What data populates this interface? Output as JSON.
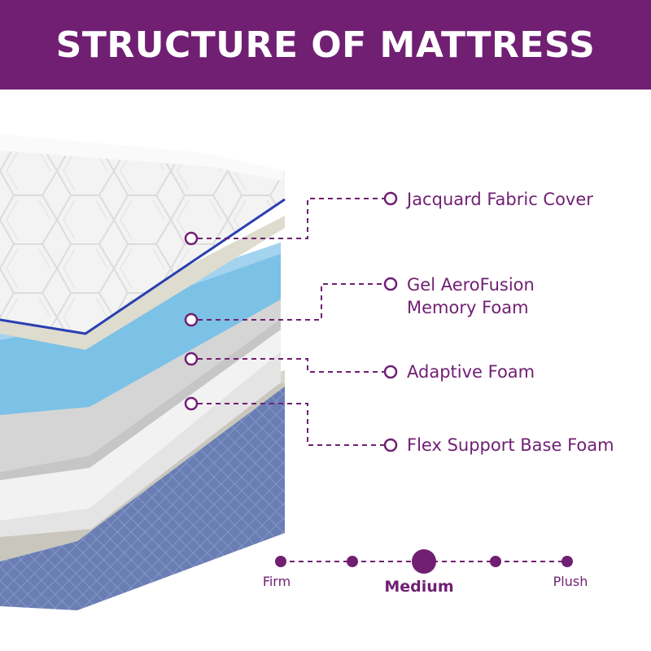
{
  "header": {
    "title": "STRUCTURE OF MATTRESS"
  },
  "colors": {
    "brand": "#701f73",
    "cover": "#f1f1f1",
    "gel_foam": "#7cc1e6",
    "adaptive_foam": "#d4d4d4",
    "support_foam": "#f3f3f3",
    "base": "#6a7eb4",
    "piping": "#2a3fb0"
  },
  "layers": [
    {
      "label_lines": [
        "Jacquard Fabric Cover"
      ]
    },
    {
      "label_lines": [
        "Gel AeroFusion",
        "Memory Foam"
      ]
    },
    {
      "label_lines": [
        "Adaptive Foam"
      ]
    },
    {
      "label_lines": [
        "Flex Support Base Foam"
      ]
    }
  ],
  "firmness_scale": {
    "stops": [
      "Firm",
      "",
      "Medium",
      "",
      "Plush"
    ],
    "selected": 2
  }
}
